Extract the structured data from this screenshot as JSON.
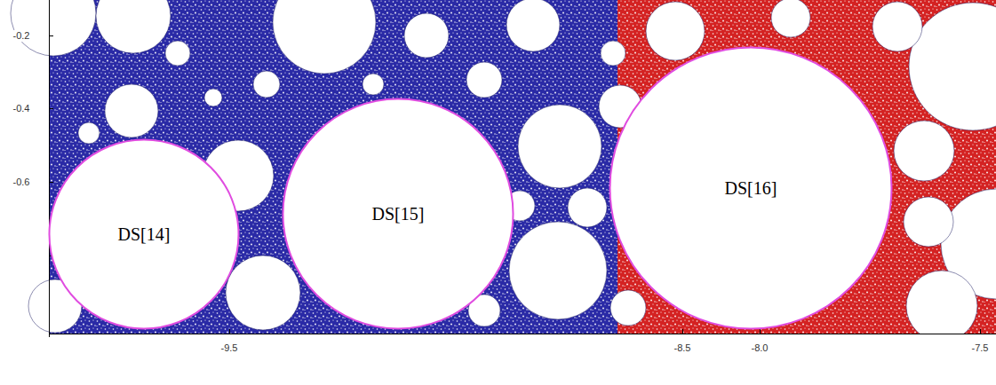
{
  "diagram": {
    "nodes": [
      {
        "text": [
          "DS[14]"
        ]
      },
      {
        "text": [
          "DS[15]"
        ]
      },
      {
        "text": [
          "DS[16]"
        ]
      }
    ],
    "labels": [
      "-0.2",
      "-0.4",
      "-0.6",
      "-9.5",
      "-8.5",
      "-8.0",
      "-7.5"
    ]
  }
}
